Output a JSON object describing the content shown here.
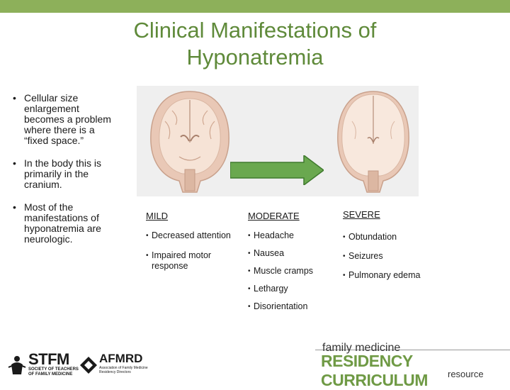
{
  "slide": {
    "title": "Clinical Manifestations of Hyponatremia",
    "left_bullets": [
      "Cellular size enlargement becomes a problem where there is a “fixed space.”",
      "In the body this is primarily in the cranium.",
      "Most of the manifestations of hyponatremia are neurologic."
    ]
  },
  "severity": {
    "mild": {
      "header": "MILD",
      "items": [
        "Decreased attention",
        "Impaired motor response"
      ]
    },
    "moderate": {
      "header": "MODERATE",
      "items": [
        "Headache",
        "Nausea",
        "Muscle cramps",
        "Lethargy",
        "Disorientation"
      ]
    },
    "severe": {
      "header": "SEVERE",
      "items": [
        "Obtundation",
        "Seizures",
        "Pulmonary edema"
      ]
    }
  },
  "footer": {
    "stfm_name": "STFM",
    "stfm_sub": "SOCIETY OF TEACHERS OF FAMILY MEDICINE",
    "afmrd_name": "AFMRD",
    "afmrd_sub": "Association of Family Medicine Residency Directors",
    "fm_text": "family medicine",
    "rc_text": "RESIDENCY CURRICULUM",
    "res_text": "resource"
  },
  "colors": {
    "title": "#5f8a3a",
    "top_bar": "#8db05a",
    "arrow": "#6aa84f",
    "accent_green": "#6f9a45"
  },
  "icons": {
    "arrow": "right-arrow-icon",
    "brain": "brain-cross-section-icon"
  }
}
